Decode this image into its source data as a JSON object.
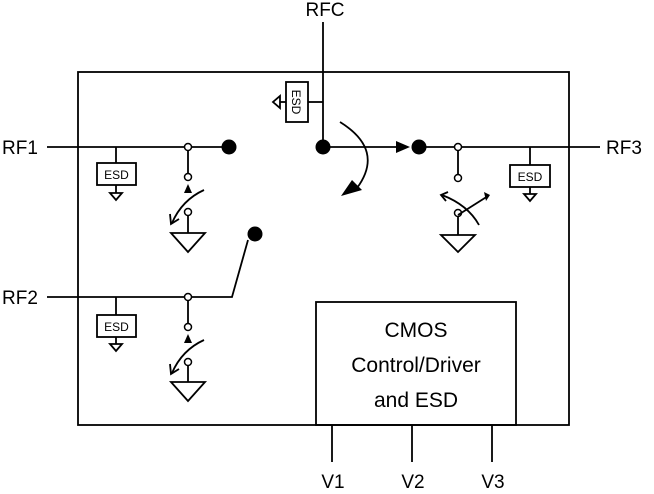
{
  "ports": {
    "rfc": "RFC",
    "rf1": "RF1",
    "rf2": "RF2",
    "rf3": "RF3"
  },
  "controls": {
    "v1": "V1",
    "v2": "V2",
    "v3": "V3"
  },
  "esd_label": "ESD",
  "cmos_block": {
    "line1": "CMOS",
    "line2": "Control/Driver",
    "line3": "and ESD"
  }
}
